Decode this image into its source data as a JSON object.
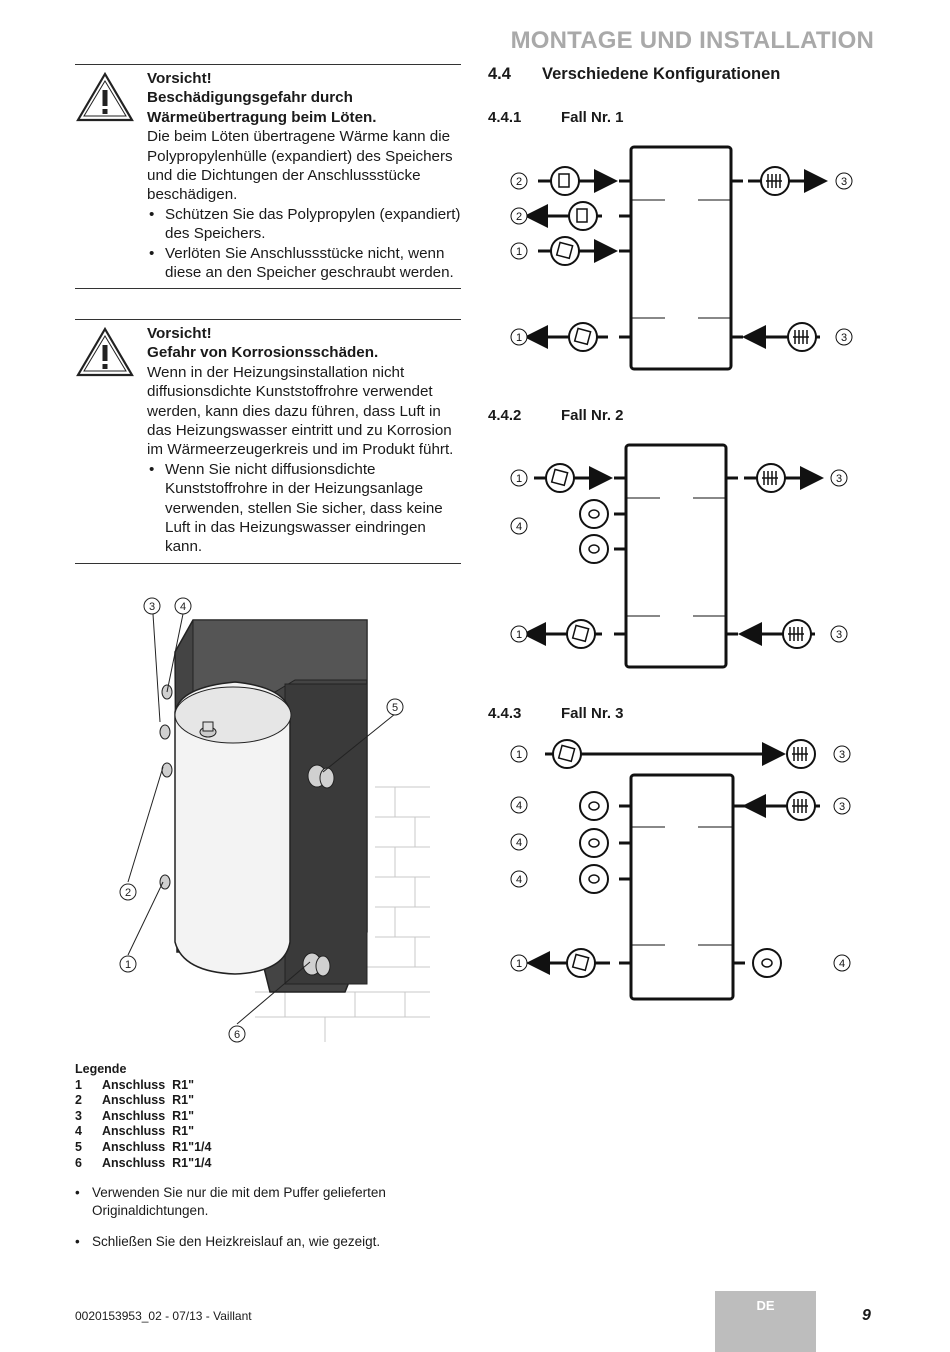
{
  "header": {
    "title": "MONTAGE UND INSTALLATION"
  },
  "warnings": [
    {
      "title": "Vorsicht!",
      "subtitle_line1": "Beschädigungsgefahr durch",
      "subtitle_line2": "Wärmeübertragung beim Löten.",
      "body": "Die beim Löten übertragene Wärme kann die Polypropylenhülle (expandiert) des Speichers und die Dichtungen der Anschlussstücke beschädigen.",
      "bullets": [
        "Schützen Sie das Polypropylen (expandiert) des Speichers.",
        "Verlöten Sie Anschlussstücke nicht, wenn diese an den Speicher geschraubt werden."
      ]
    },
    {
      "title": "Vorsicht!",
      "subtitle_line1": "Gefahr von Korrosionsschäden.",
      "body": "Wenn in der Heizungsinstallation nicht diffusionsdichte Kunststoffrohre verwendet werden, kann dies dazu führen, dass Luft in das Heizungswasser eintritt und zu Korrosion im Wärmeerzeugerkreis und im Produkt führt.",
      "bullets": [
        "Wenn Sie nicht diffusionsdichte Kunststoffrohre in der Heizungsanlage verwenden, stellen Sie sicher, dass keine Luft in das Heizungswasser eindringen kann."
      ]
    }
  ],
  "figure": {
    "callouts": [
      "3",
      "4",
      "5",
      "2",
      "1",
      "6"
    ]
  },
  "legend": {
    "title": "Legende",
    "items": [
      {
        "num": "1",
        "label": "Anschluss  R1\""
      },
      {
        "num": "2",
        "label": "Anschluss  R1\""
      },
      {
        "num": "3",
        "label": "Anschluss  R1\""
      },
      {
        "num": "4",
        "label": "Anschluss  R1\""
      },
      {
        "num": "5",
        "label": "Anschluss  R1\"1/4"
      },
      {
        "num": "6",
        "label": "Anschluss  R1\"1/4"
      }
    ]
  },
  "instructions": [
    "Verwenden Sie nur die mit dem Puffer gelieferten Originaldichtungen.",
    "Schließen Sie den Heizkreislauf an, wie gezeigt."
  ],
  "section": {
    "number": "4.4",
    "title": "Verschiedene Konfigurationen",
    "cases": [
      {
        "number": "4.4.1",
        "title": "Fall Nr. 1"
      },
      {
        "number": "4.4.2",
        "title": "Fall Nr. 2"
      },
      {
        "number": "4.4.3",
        "title": "Fall Nr. 3"
      }
    ]
  },
  "diagram_labels": {
    "case1": [
      "2",
      "2",
      "1",
      "1",
      "3",
      "3"
    ],
    "case2": [
      "1",
      "4",
      "1",
      "3",
      "3"
    ],
    "case3": [
      "1",
      "4",
      "4",
      "4",
      "1",
      "3",
      "3",
      "4"
    ]
  },
  "footer": {
    "doc_ref": "0020153953_02 - 07/13 - Vaillant",
    "lang": "DE",
    "page": "9"
  }
}
